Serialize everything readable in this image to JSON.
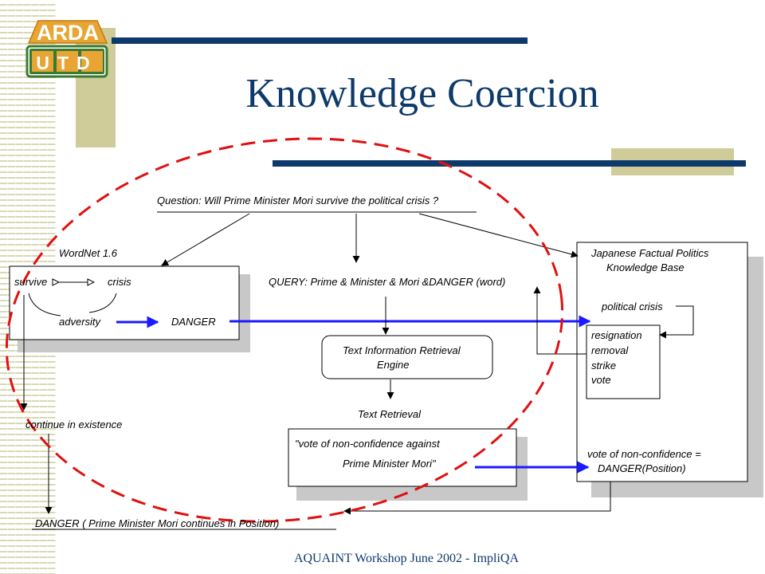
{
  "slide": {
    "title": "Knowledge Coercion",
    "footer": "AQUAINT Workshop June 2002 - ImpliQA",
    "logo_top": "ARDA",
    "logo_bottom": "UTD"
  },
  "colors": {
    "title_blue": "#0e3a6b",
    "tan": "#cfcc99",
    "arrow_blue": "#1a1aff",
    "dashed_red": "#e01010",
    "logo_orange": "#e8a534",
    "logo_green": "#3a7a30"
  },
  "diagram": {
    "question": "Question: Will Prime Minister Mori survive the political crisis ?",
    "wordnet": {
      "title": "WordNet 1.6",
      "survive": "survive",
      "crisis": "crisis",
      "adversity": "adversity",
      "danger": "DANGER"
    },
    "query": "QUERY: Prime & Minister & Mori &DANGER (word)",
    "engine_line1": "Text Information Retrieval",
    "engine_line2": "Engine",
    "text_retrieval": "Text Retrieval",
    "retrieved_line1": "\"vote of non-confidence against",
    "retrieved_line2": "Prime Minister Mori\"",
    "kb": {
      "title_line1": "Japanese Factual Politics",
      "title_line2": "Knowledge Base",
      "political_crisis": "political crisis",
      "items": [
        "resignation",
        "removal",
        "strike",
        "vote"
      ],
      "equation_line1": "vote of non-confidence =",
      "equation_line2": "DANGER(Position)"
    },
    "continue": "continue in existence",
    "conclusion": "DANGER ( Prime Minister Mori continues in Position)"
  }
}
